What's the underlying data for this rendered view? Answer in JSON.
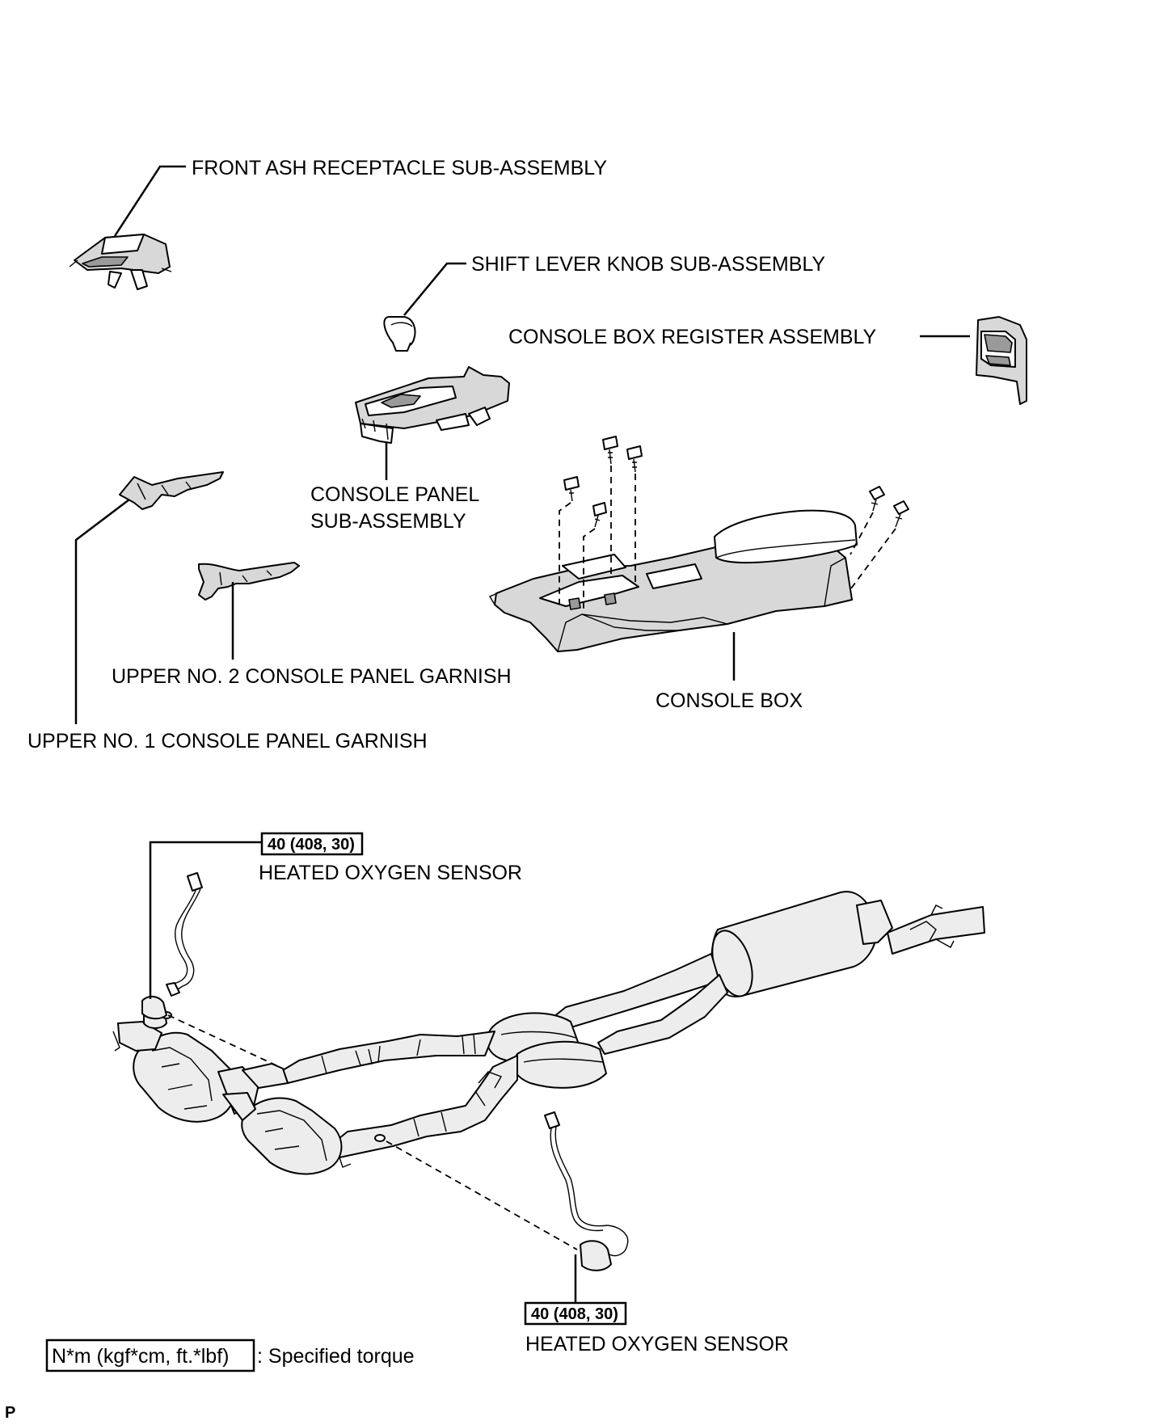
{
  "labels": {
    "front_ash_receptacle": "FRONT ASH RECEPTACLE SUB-ASSEMBLY",
    "shift_lever_knob": "SHIFT LEVER KNOB SUB-ASSEMBLY",
    "console_box_register": "CONSOLE BOX REGISTER ASSEMBLY",
    "console_panel_line1": "CONSOLE PANEL",
    "console_panel_line2": "SUB-ASSEMBLY",
    "upper_no2_garnish": "UPPER NO. 2 CONSOLE PANEL GARNISH",
    "console_box": "CONSOLE BOX",
    "upper_no1_garnish": "UPPER NO. 1 CONSOLE PANEL GARNISH",
    "heated_oxygen_sensor_upper": "HEATED OXYGEN SENSOR",
    "heated_oxygen_sensor_lower": "HEATED OXYGEN SENSOR"
  },
  "torque": {
    "upper": "40 (408, 30)",
    "lower": "40 (408, 30)"
  },
  "legend": {
    "unit": "N*m (kgf*cm, ft.*lbf)",
    "description": ": Specified torque"
  },
  "corner_code": "P"
}
